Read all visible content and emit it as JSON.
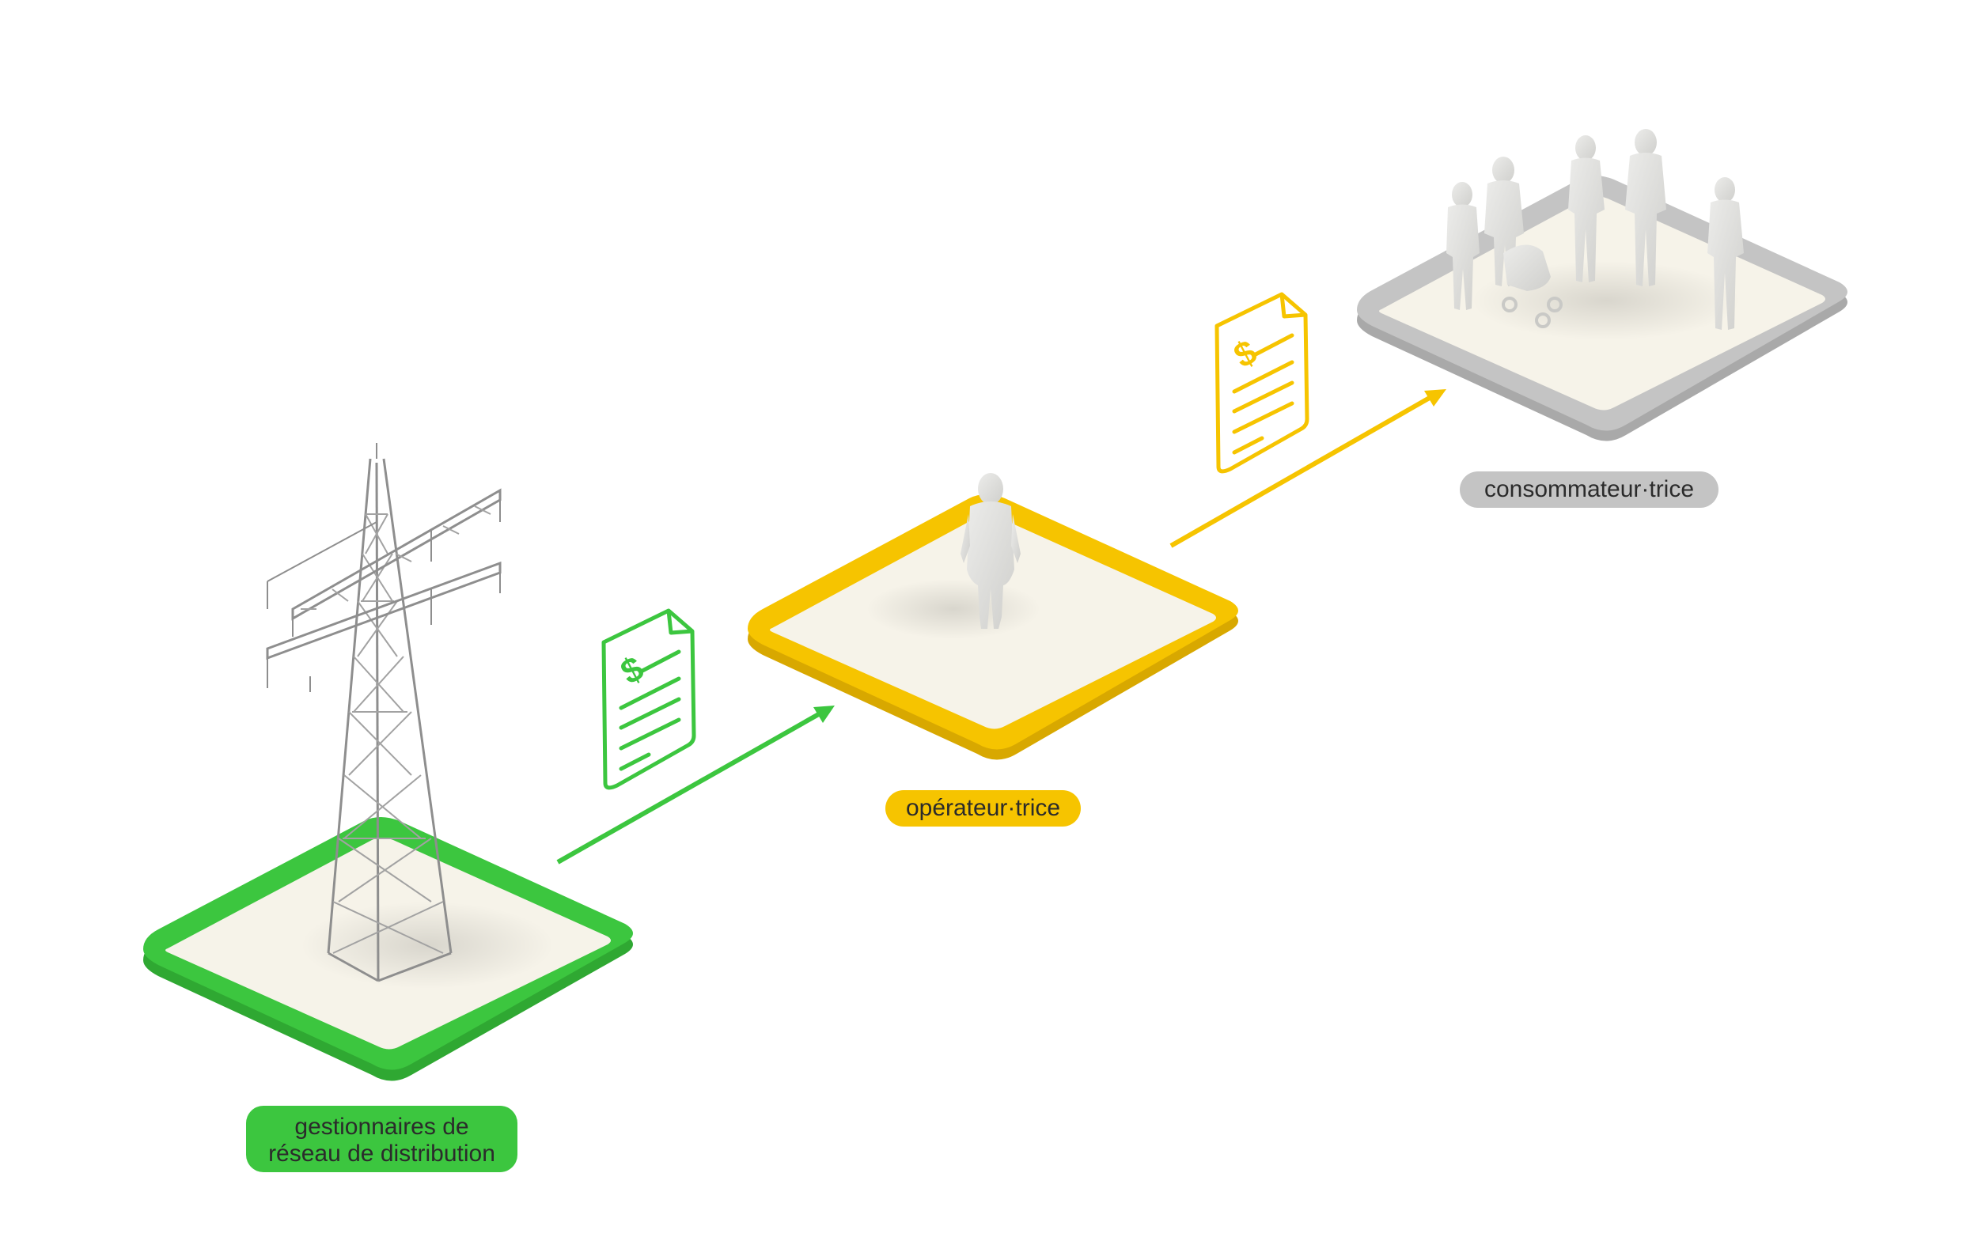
{
  "colors": {
    "green": "#3cc63f",
    "yellow": "#f6c400",
    "grey": "#c4c4c4",
    "platform_fill": "#f6f3e9"
  },
  "icons": [
    "power-pylon-icon",
    "person-icon",
    "family-group-icon",
    "invoice-document-icon",
    "arrow-right-up-icon"
  ],
  "nodes": {
    "distribution": {
      "label": "gestionnaires de réseau de distribution",
      "color": "#3cc63f"
    },
    "operator": {
      "label": "opérateur·trice",
      "color": "#f6c400"
    },
    "consumer": {
      "label": "consommateur·trice",
      "color": "#c4c4c4"
    }
  }
}
